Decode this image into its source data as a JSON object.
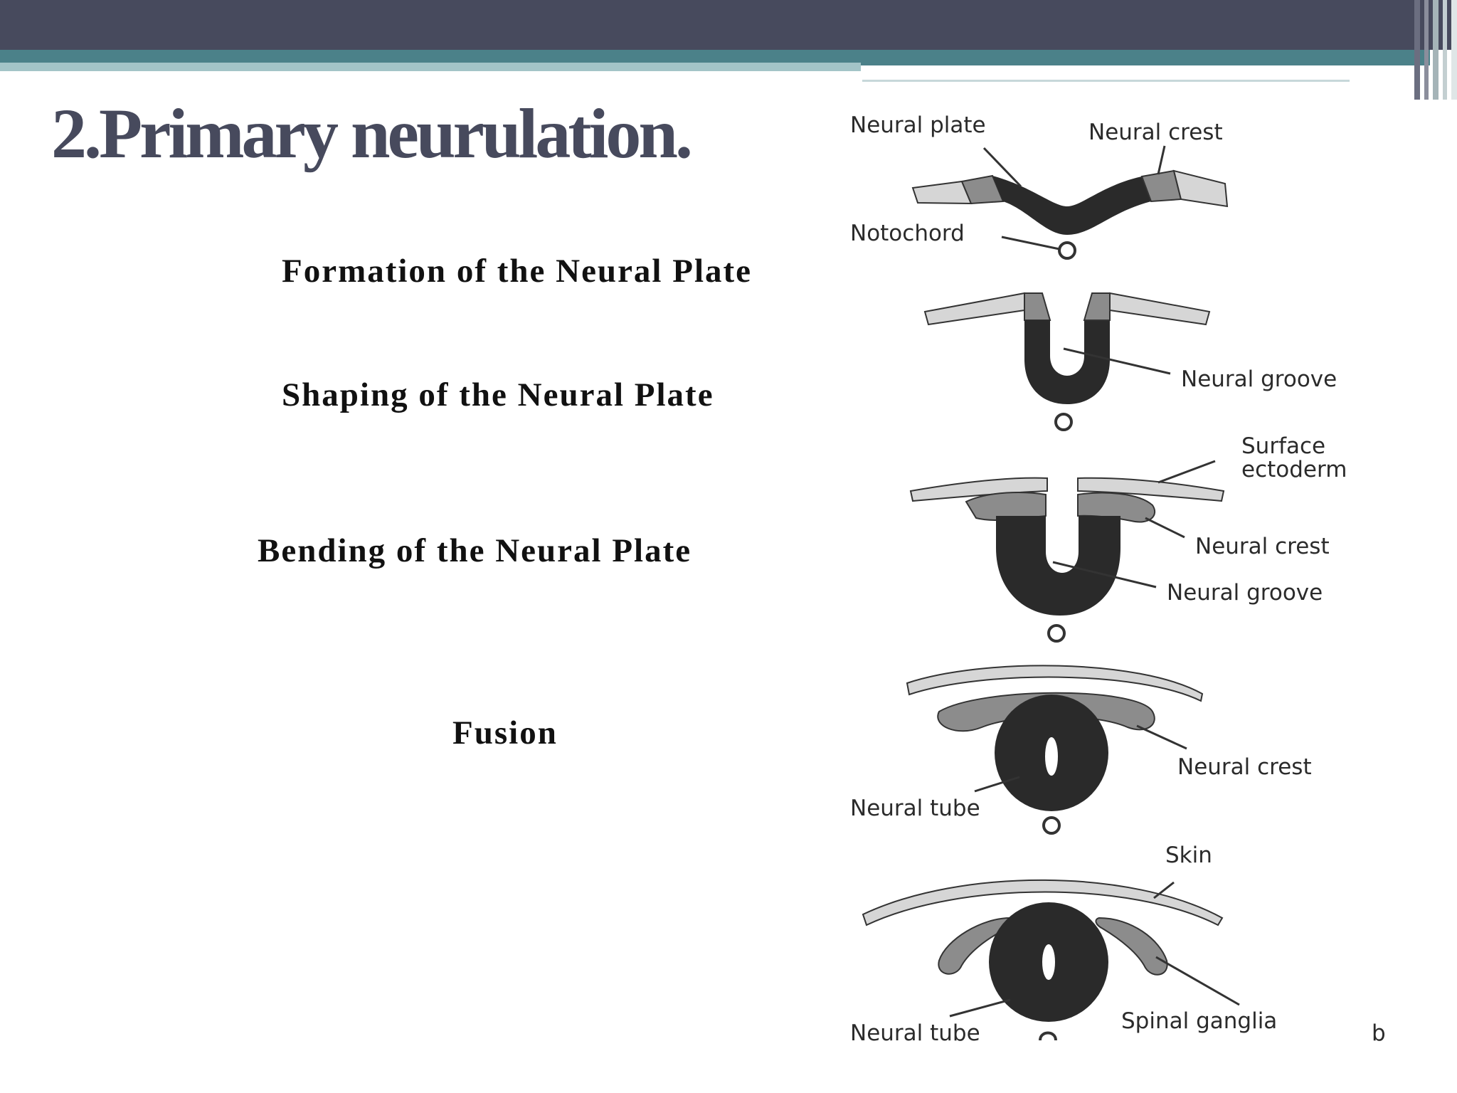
{
  "slide": {
    "title": "2.Primary neurulation.",
    "steps": [
      "Formation of the Neural Plate",
      "Shaping of the Neural Plate",
      "Bending of the Neural Plate",
      "Fusion"
    ]
  },
  "diagram": {
    "labels": {
      "neural_plate": "Neural plate",
      "neural_crest_1": "Neural crest",
      "notochord": "Notochord",
      "neural_groove_1": "Neural groove",
      "surface_1": "Surface",
      "surface_2": "ectoderm",
      "neural_crest_2": "Neural crest",
      "neural_groove_2": "Neural groove",
      "neural_crest_3": "Neural crest",
      "neural_tube_1": "Neural tube",
      "skin": "Skin",
      "neural_tube_2": "Neural tube",
      "spinal_ganglia": "Spinal ganglia",
      "panel_letter": "b"
    }
  },
  "colors": {
    "title": "#474a5d",
    "topbar": "#474a5d",
    "accent_teal": "#4b8189",
    "neural_tissue": "#2a2a2a",
    "crest": "#8c8c8c",
    "ectoderm": "#d6d6d6"
  }
}
